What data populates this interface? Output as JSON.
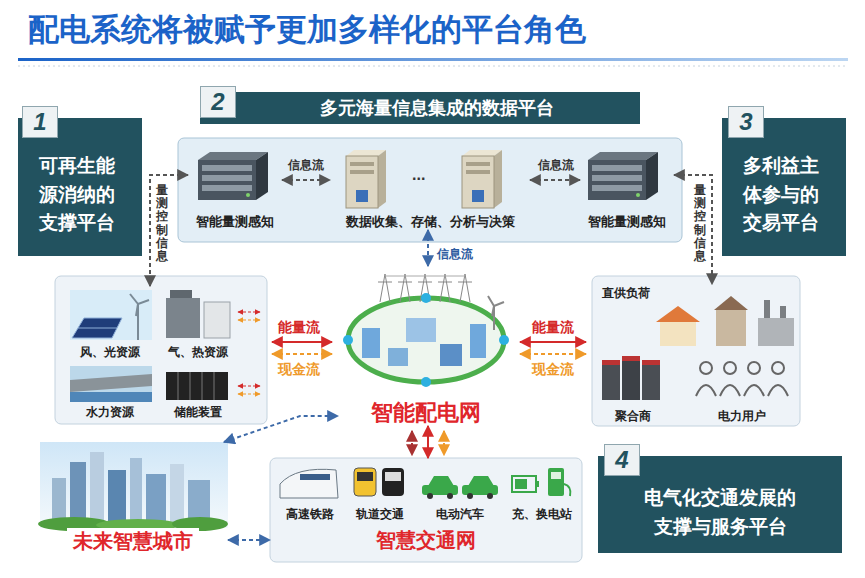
{
  "diagram": {
    "title": "配电系统将被赋予更加多样化的平台角色",
    "nodes": [
      {
        "text": [
          "可再生能源消纳的支撑平台"
        ]
      },
      {
        "text": [
          "多元海量信息集成的数据平台"
        ]
      },
      {
        "text": [
          "智能量测感知"
        ]
      },
      {
        "text": [
          "数据收集、存储、分析与决策"
        ]
      },
      {
        "text": [
          "智能量测感知"
        ]
      },
      {
        "text": [
          "多利益主体参与的交易平台"
        ]
      },
      {
        "text": [
          "风、光资源"
        ]
      },
      {
        "text": [
          "气、热资源"
        ]
      },
      {
        "text": [
          "水力资源"
        ]
      },
      {
        "text": [
          "储能装置"
        ]
      },
      {
        "text": [
          "智能配电网"
        ]
      },
      {
        "text": [
          "直供负荷"
        ]
      },
      {
        "text": [
          "聚合商"
        ]
      },
      {
        "text": [
          "电力用户"
        ]
      },
      {
        "text": [
          "未来智慧城市"
        ]
      },
      {
        "text": [
          "智慧交通网"
        ]
      },
      {
        "text": [
          "高速铁路"
        ],
        "in": 15
      },
      {
        "text": [
          "轨道交通"
        ],
        "in": 15
      },
      {
        "text": [
          "电动汽车"
        ],
        "in": 15
      },
      {
        "text": [
          "充、换电站"
        ],
        "in": 15
      },
      {
        "text": [
          "电气化交通发展的支撑与服务平台"
        ]
      }
    ],
    "edges": [
      {
        "from": 2,
        "to": 3,
        "label": "信息流",
        "arrow": "both"
      },
      {
        "from": 3,
        "to": 4,
        "label": "信息流",
        "arrow": "both"
      },
      {
        "from": 3,
        "to": 10,
        "label": "信息流",
        "arrow": "both"
      },
      {
        "from": 2,
        "to": 6,
        "label": "量测控制信息",
        "arrow": "both"
      },
      {
        "from": 4,
        "to": 11,
        "label": "量测控制信息",
        "arrow": "both"
      },
      {
        "from": 10,
        "to": 15,
        "arrow": "both"
      },
      {
        "from": 14,
        "to": 10,
        "arrow": "both"
      },
      {
        "from": 14,
        "to": 15,
        "arrow": "both"
      }
    ],
    "labels": [
      "1",
      "2",
      "3",
      "...",
      "能量流",
      "现金流",
      "能量流",
      "现金流",
      "4"
    ]
  }
}
